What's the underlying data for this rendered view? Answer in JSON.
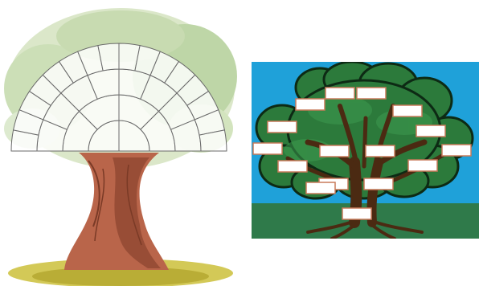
{
  "illustrations": [
    {
      "name": "fan-chart-family-tree",
      "generations": 4,
      "segments_per_ring": [
        2,
        4,
        8,
        16
      ],
      "colors": {
        "trunk": "#b9654a",
        "trunk_shadow": "#7a3a26",
        "foliage": "#9fbf7a",
        "grass": "#c9c04a",
        "chart_line": "#6a6a6a",
        "chart_fill": "#ffffff"
      }
    },
    {
      "name": "clipart-family-tree",
      "name_box_count": 16,
      "colors": {
        "sky": "#1fa1d9",
        "ground": "#2f7a4a",
        "foliage": "#2c7a3b",
        "outline": "#0d2a14",
        "trunk": "#4b2a12",
        "name_box": "#ffffff",
        "name_box_border": "#c87a5a"
      }
    }
  ]
}
